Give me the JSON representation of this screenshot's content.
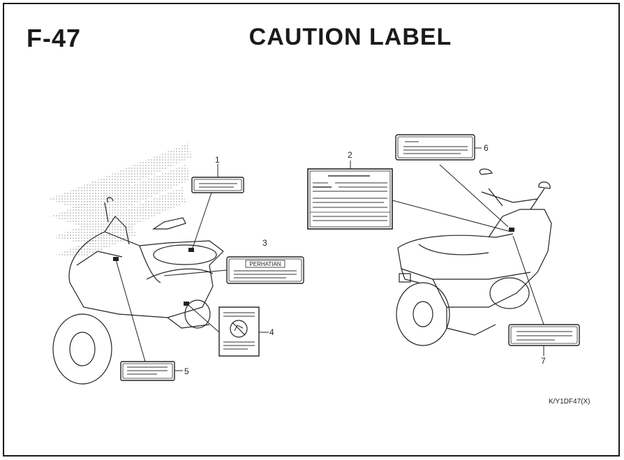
{
  "header": {
    "code": "F-47",
    "title": "CAUTION LABEL"
  },
  "callouts": {
    "c1": "1",
    "c2": "2",
    "c3": "3",
    "c4": "4",
    "c5": "5",
    "c6": "6",
    "c7": "7"
  },
  "labels": {
    "label3_heading": "PERHATIAN"
  },
  "footer": {
    "reference": "K/Y1DF47(X)"
  },
  "colors": {
    "line": "#222222",
    "pattern": "#9a9a9a"
  }
}
